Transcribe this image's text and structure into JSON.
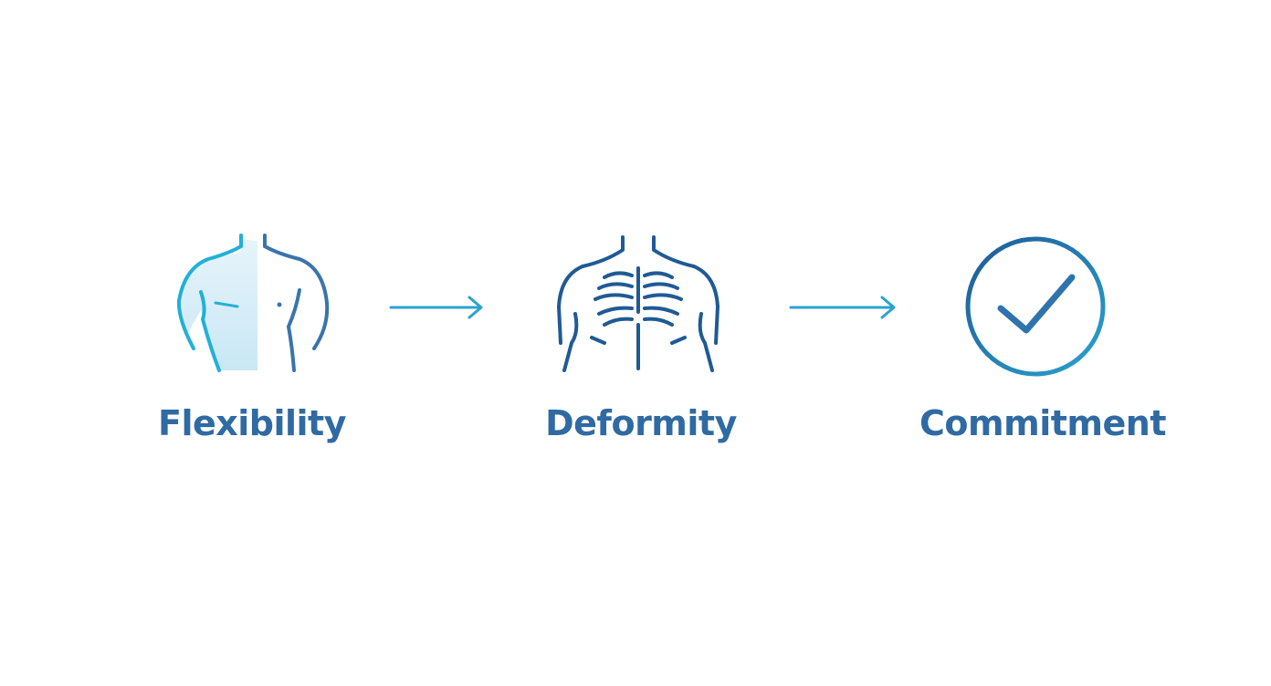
{
  "colors": {
    "label": "#2f6aa3",
    "cyan": "#2aa3cf",
    "navy": "#1f5a95",
    "fill": "#d6eef8"
  },
  "steps": [
    {
      "label": "Flexibility",
      "icon": "torso-icon"
    },
    {
      "label": "Deformity",
      "icon": "ribcage-icon"
    },
    {
      "label": "Commitment",
      "icon": "checkmark-circle-icon"
    }
  ],
  "arrows": [
    "arrow-right-icon",
    "arrow-right-icon"
  ]
}
